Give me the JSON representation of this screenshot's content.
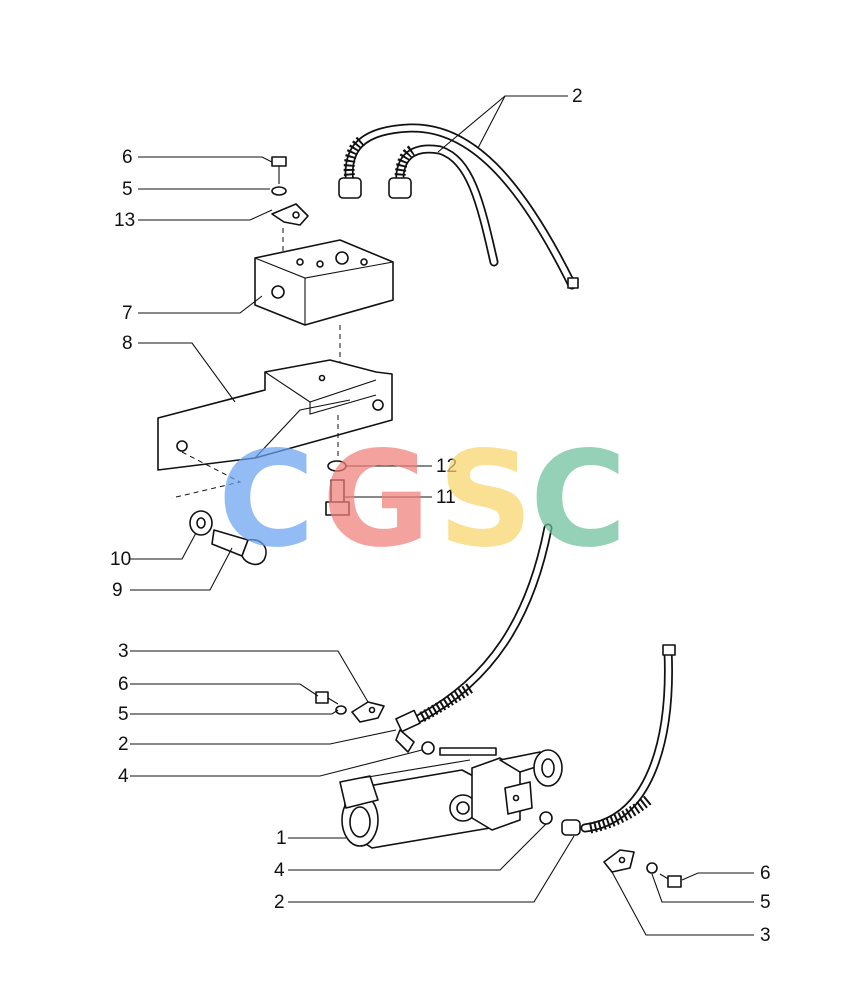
{
  "callouts": [
    {
      "id": "c2-top",
      "label": "2"
    },
    {
      "id": "c6-top",
      "label": "6"
    },
    {
      "id": "c5-top",
      "label": "5"
    },
    {
      "id": "c13",
      "label": "13"
    },
    {
      "id": "c7",
      "label": "7"
    },
    {
      "id": "c8",
      "label": "8"
    },
    {
      "id": "c12",
      "label": "12"
    },
    {
      "id": "c11",
      "label": "11"
    },
    {
      "id": "c10",
      "label": "10"
    },
    {
      "id": "c9",
      "label": "9"
    },
    {
      "id": "c3-left",
      "label": "3"
    },
    {
      "id": "c6-left",
      "label": "6"
    },
    {
      "id": "c5-left",
      "label": "5"
    },
    {
      "id": "c2-left",
      "label": "2"
    },
    {
      "id": "c4-left",
      "label": "4"
    },
    {
      "id": "c1",
      "label": "1"
    },
    {
      "id": "c4-bottom",
      "label": "4"
    },
    {
      "id": "c2-bottom",
      "label": "2"
    },
    {
      "id": "c6-right",
      "label": "6"
    },
    {
      "id": "c5-right",
      "label": "5"
    },
    {
      "id": "c3-right",
      "label": "3"
    }
  ],
  "watermark": {
    "letters": [
      "C",
      "G",
      "S",
      "C"
    ],
    "colors": [
      "#6aa3f2",
      "#ef7f7a",
      "#f8d56a",
      "#6cc09a"
    ]
  }
}
